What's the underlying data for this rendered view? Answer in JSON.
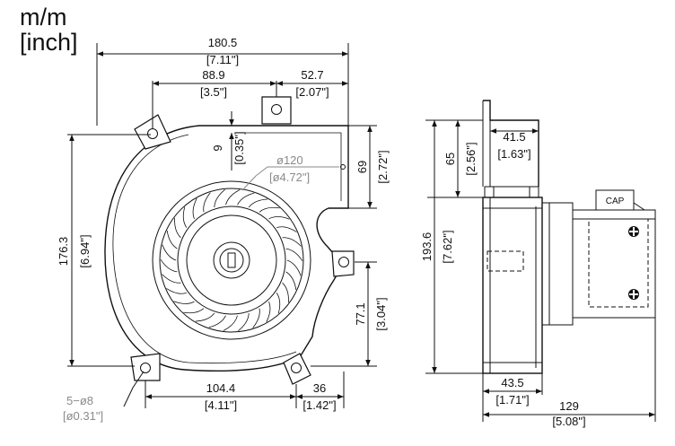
{
  "units": {
    "line1": "m/m",
    "line2": "[inch]"
  },
  "front_view": {
    "overall_width": {
      "mm": "180.5",
      "inch": "[7.11\"]"
    },
    "hole_to_left": {
      "mm": "88.9",
      "inch": "[3.5\"]"
    },
    "hole_to_right": {
      "mm": "52.7",
      "inch": "[2.07\"]"
    },
    "top_offset": {
      "mm": "9",
      "inch": "[0.35\"]"
    },
    "outlet_height": {
      "mm": "69",
      "inch": "[2.72\"]"
    },
    "impeller_dia": {
      "mm": "ø120",
      "inch": "[ø4.72\"]"
    },
    "overall_height": {
      "mm": "176.3",
      "inch": "[6.94\"]"
    },
    "side_hole_height": {
      "mm": "77.1",
      "inch": "[3.04\"]"
    },
    "bottom_hole_span": {
      "mm": "104.4",
      "inch": "[4.11\"]"
    },
    "bottom_right_offset": {
      "mm": "36",
      "inch": "[1.42\"]"
    },
    "holes": {
      "mm": "5−ø8",
      "inch": "[ø0.31\"]"
    }
  },
  "side_view": {
    "bracket_depth": {
      "mm": "41.5",
      "inch": "[1.63\"]"
    },
    "bracket_height": {
      "mm": "65",
      "inch": "[2.56\"]"
    },
    "overall_height": {
      "mm": "193.6",
      "inch": "[7.62\"]"
    },
    "body_depth": {
      "mm": "43.5",
      "inch": "[1.71\"]"
    },
    "overall_depth": {
      "mm": "129",
      "inch": "[5.08\"]"
    },
    "cap_label": "CAP"
  }
}
